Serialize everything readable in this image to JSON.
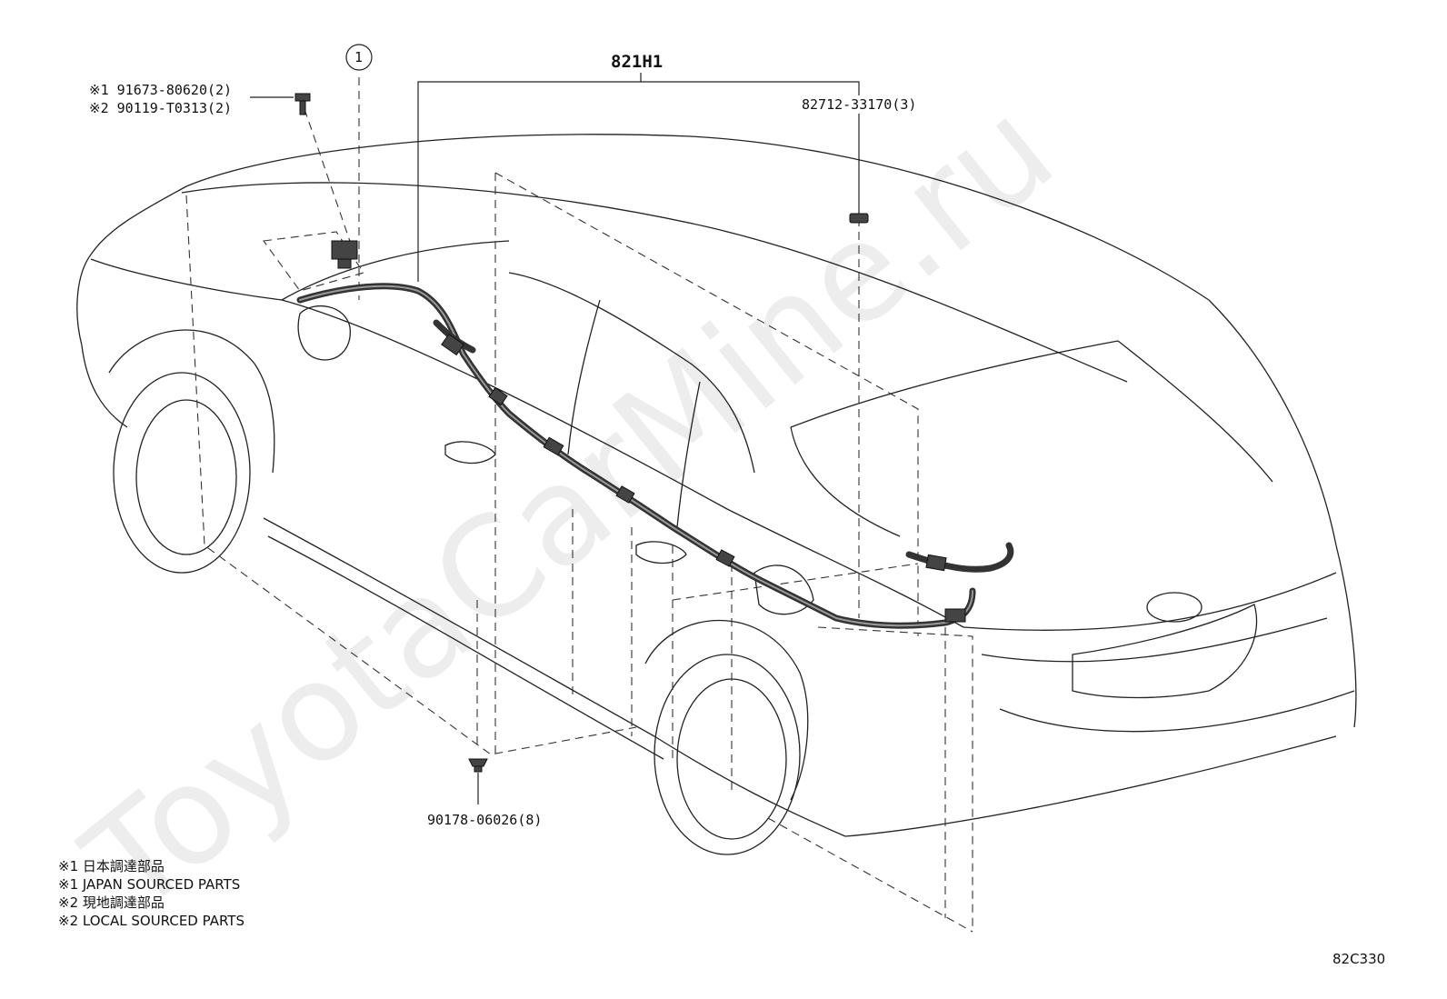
{
  "diagram": {
    "assembly_label": "821H1",
    "callout_number": "1",
    "part_bolt_line1": "※1 91673-80620(2)",
    "part_bolt_line2": "※2 90119-T0313(2)",
    "part_clip": "82712-33170(3)",
    "part_clamp": "90178-06026(8)",
    "notes": [
      "※1 日本調達部品",
      "※1 JAPAN SOURCED PARTS",
      "※2 現地調達部品",
      "※2 LOCAL SOURCED PARTS"
    ],
    "figure_code": "82C330",
    "watermark": "ToyotaCarMine.ru"
  }
}
